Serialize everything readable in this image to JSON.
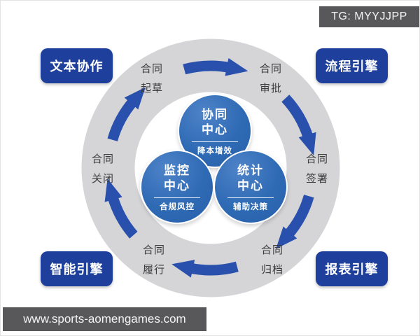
{
  "badge": {
    "text": "TG: MYYJJPP"
  },
  "footer": {
    "url": "www.sports-aomengames.com"
  },
  "corners": {
    "top_left": "文本协作",
    "top_right": "流程引擎",
    "bottom_left": "智能引擎",
    "bottom_right": "报表引擎"
  },
  "stages": [
    {
      "line1": "合同",
      "line2": "起草"
    },
    {
      "line1": "合同",
      "line2": "审批"
    },
    {
      "line1": "合同",
      "line2": "签署"
    },
    {
      "line1": "合同",
      "line2": "归档"
    },
    {
      "line1": "合同",
      "line2": "履行"
    },
    {
      "line1": "合同",
      "line2": "关闭"
    }
  ],
  "centers": [
    {
      "title_line1": "协同",
      "title_line2": "中心",
      "subtitle": "降本增效"
    },
    {
      "title_line1": "监控",
      "title_line2": "中心",
      "subtitle": "合规风控"
    },
    {
      "title_line1": "统计",
      "title_line2": "中心",
      "subtitle": "辅助决策"
    }
  ],
  "colors": {
    "corner_box": "#1e3f9b",
    "center_circle": "#2e6ab4",
    "arrow": "#2a50ad",
    "ring": "#d5d5d7",
    "watermark_bg": "#58585a"
  }
}
